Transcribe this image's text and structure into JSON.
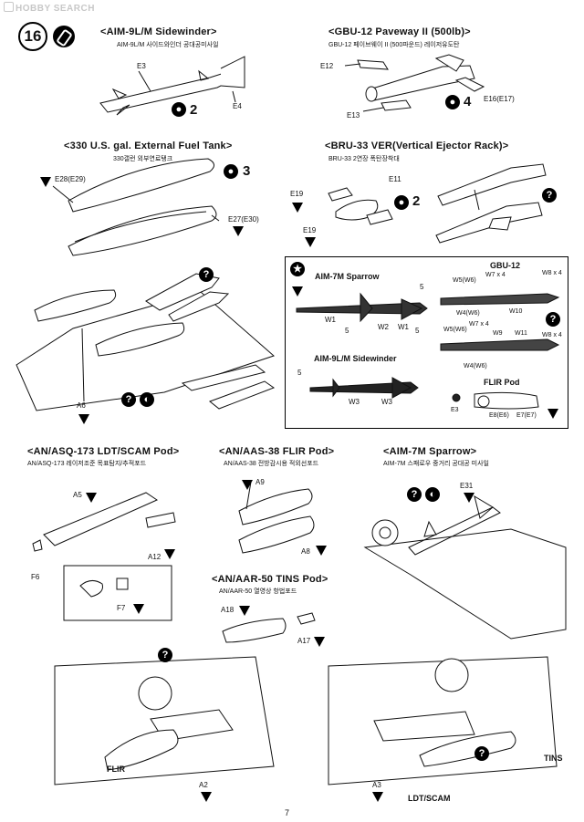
{
  "watermark": "HOBBY SEARCH",
  "step_number": "16",
  "page_number": "7",
  "sections": {
    "sidewinder": {
      "title": "<AIM-9L/M Sidewinder>",
      "subtitle": "AIM-9L/M 사이드와인더 공대공미사일",
      "count": "2",
      "parts": [
        "E3",
        "E4"
      ]
    },
    "gbu12": {
      "title": "<GBU-12 Paveway II (500lb)>",
      "subtitle": "GBU-12 페이브웨이 II (500파운드) 레이저유도탄",
      "count": "4",
      "parts": [
        "E12",
        "E16(E17)",
        "E13"
      ]
    },
    "fuel_tank": {
      "title": "<330 U.S. gal. External Fuel Tank>",
      "subtitle": "330갤런 외부연료탱크",
      "count": "3",
      "parts": [
        "E28(E29)",
        "E27(E30)"
      ]
    },
    "bru33": {
      "title": "<BRU-33 VER(Vertical Ejector Rack)>",
      "subtitle": "BRU-33 2연장 폭탄장착대",
      "count": "2",
      "parts": [
        "E11",
        "E19",
        "E19"
      ]
    },
    "ldt_scam": {
      "title": "<AN/ASQ-173 LDT/SCAM Pod>",
      "subtitle": "AN/ASQ-173 레이저조준 목표탐지/추적포드",
      "parts": [
        "A5",
        "A12",
        "F6",
        "F7"
      ]
    },
    "flir_pod": {
      "title": "<AN/AAS-38 FLIR Pod>",
      "subtitle": "AN/AAS-38 전방감시용 적외선포드",
      "parts": [
        "A9",
        "A8"
      ]
    },
    "sparrow": {
      "title": "<AIM-7M Sparrow>",
      "subtitle": "AIM-7M 스패로우 중거리 공대공 미사일",
      "parts": [
        "E31"
      ]
    },
    "tins": {
      "title": "<AN/AAR-50 TINS Pod>",
      "subtitle": "AN/AAR-50 열영상 항법포드",
      "parts": [
        "A18",
        "A17"
      ]
    }
  },
  "assembly_labels": {
    "upper_mount": "A6",
    "lower_left": [
      "FLIR",
      "A2"
    ],
    "lower_right": [
      "A3",
      "LDT/SCAM",
      "TINS"
    ]
  },
  "painting_box": {
    "sparrow": {
      "title": "AIM-7M Sparrow",
      "codes": [
        "W1",
        "W2",
        "W1"
      ],
      "marks": [
        "5",
        "5",
        "5"
      ]
    },
    "sidewinder": {
      "title": "AIM-9L/M Sidewinder",
      "codes": [
        "W3",
        "W3"
      ],
      "marks": [
        "5"
      ]
    },
    "gbu12": {
      "title": "GBU-12",
      "codes": [
        "W5(W6)",
        "W7 x 4",
        "W8 x 4",
        "W4(W6)",
        "W10",
        "W5(W6)",
        "W7 x 4",
        "W9",
        "W11",
        "W8 x 4",
        "W4(W6)"
      ]
    },
    "flir": {
      "title": "FLIR Pod",
      "codes": [
        "E3",
        "E8(E6)",
        "E7(E7)"
      ]
    }
  },
  "icons": {
    "glue": "glue-icon",
    "question": "question-icon",
    "optional": "optional-part-icon",
    "paint": "paint-triangle-icon"
  }
}
